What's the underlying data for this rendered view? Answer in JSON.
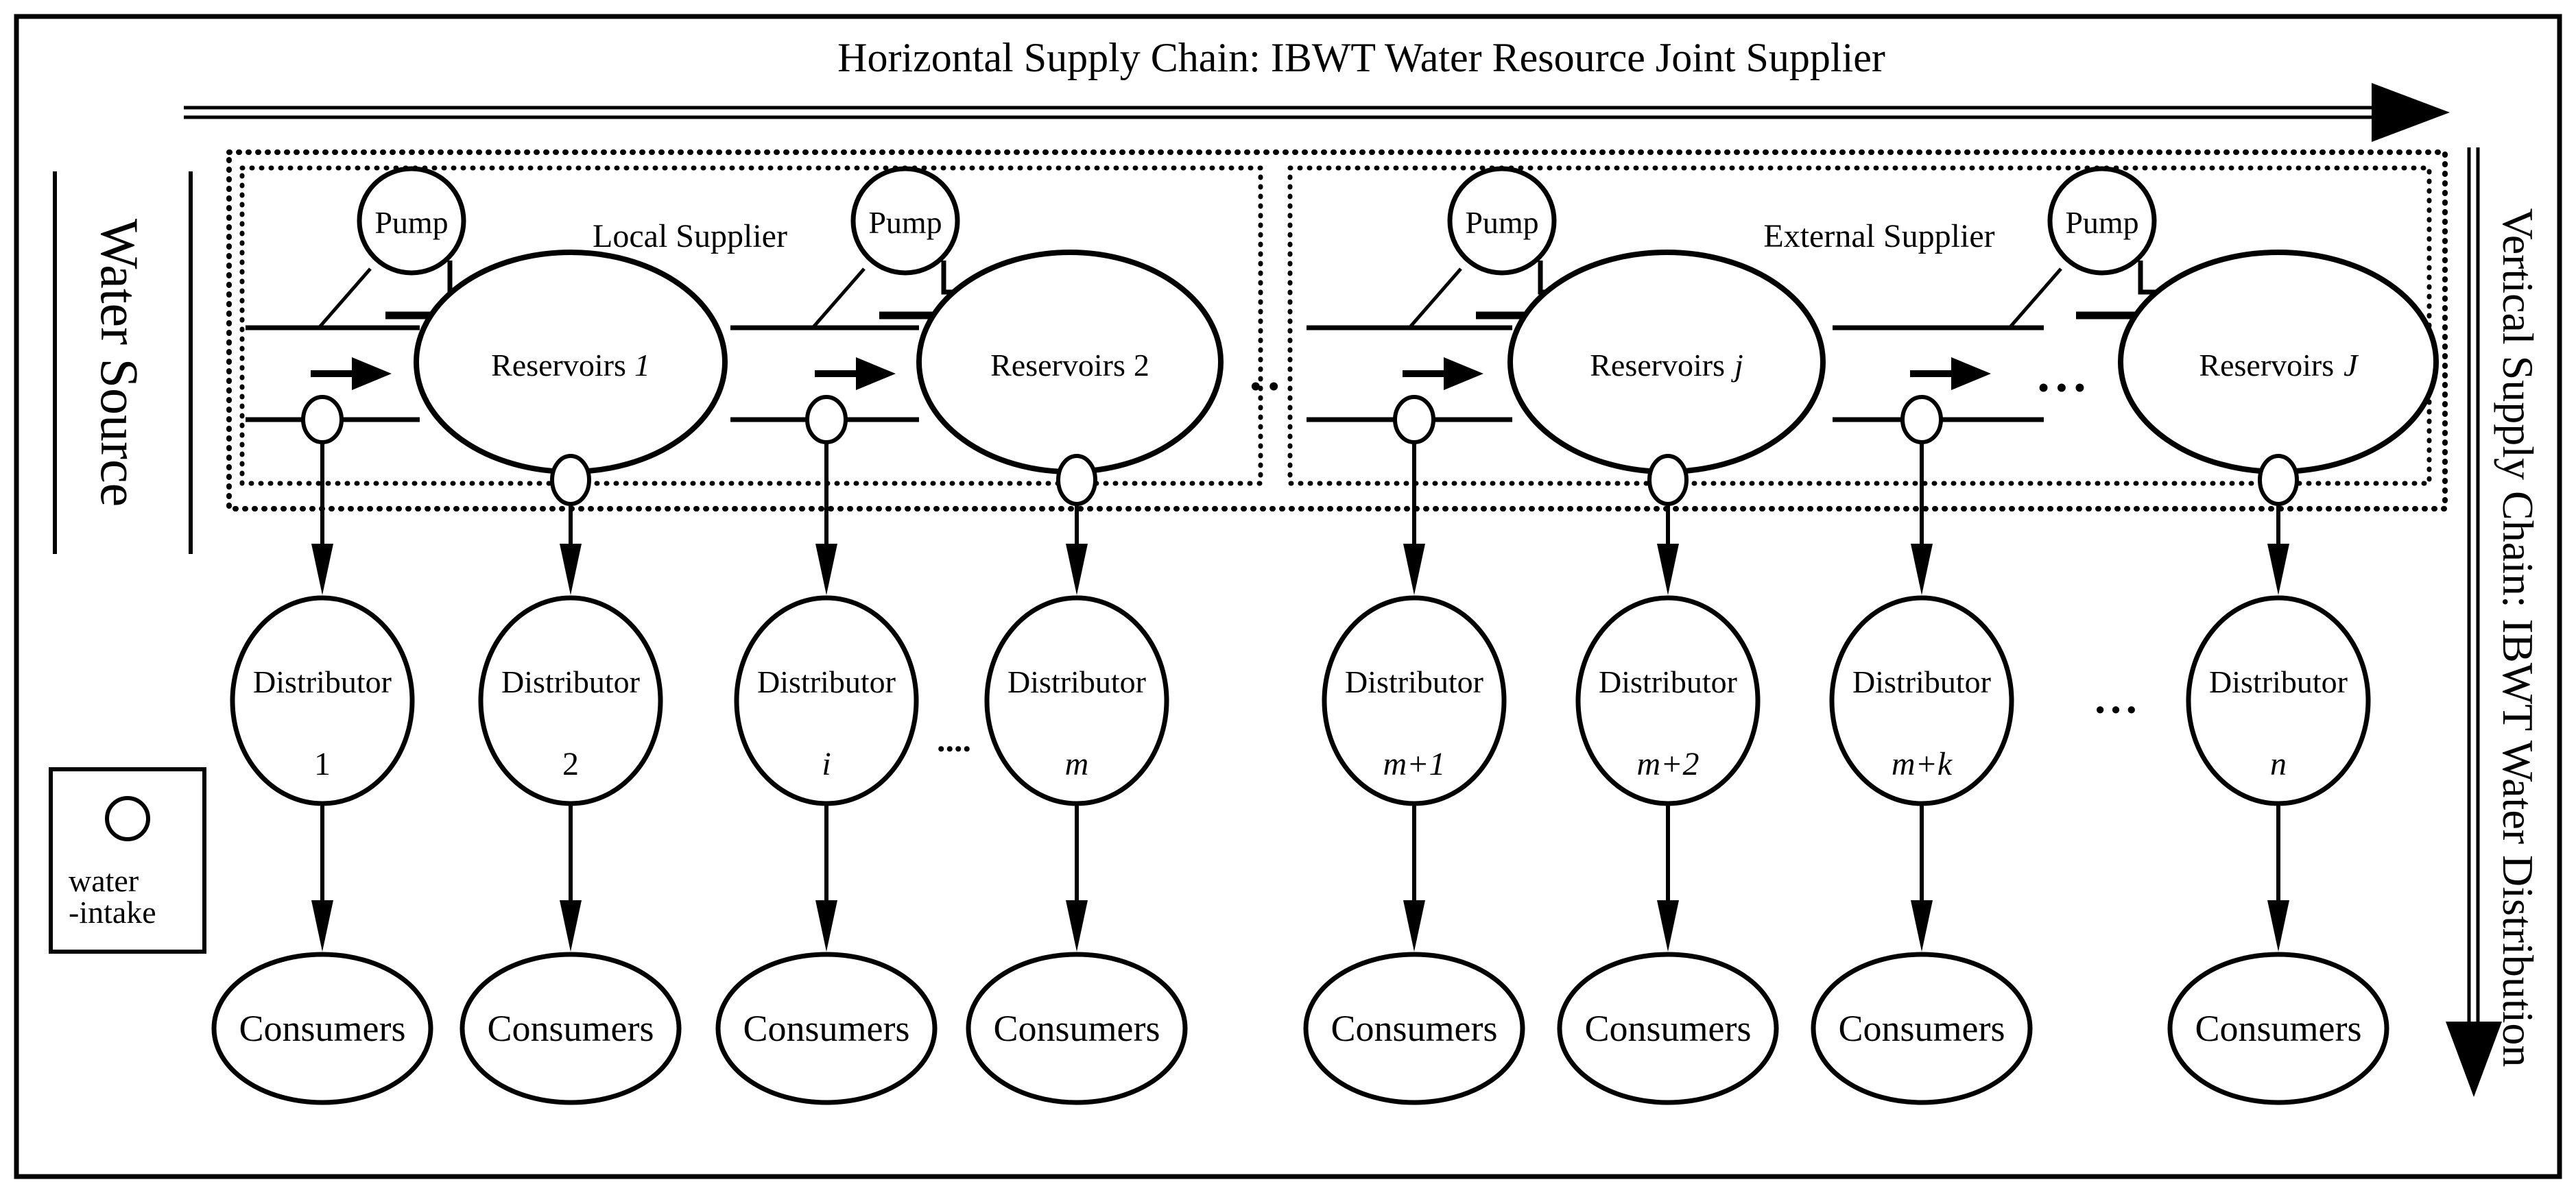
{
  "colors": {
    "ink": "#000000",
    "paper": "#ffffff"
  },
  "title": "Horizontal Supply Chain: IBWT Water Resource Joint Supplier",
  "left_axis": {
    "label": "Water Source"
  },
  "right_axis": {
    "label": "Vertical Supply Chain: IBWT Water Distribution"
  },
  "supplier_groups": [
    {
      "label": "Local Supplier"
    },
    {
      "label": "External Supplier"
    }
  ],
  "pumps": [
    {
      "label": "Pump"
    },
    {
      "label": "Pump"
    },
    {
      "label": "Pump"
    },
    {
      "label": "Pump"
    }
  ],
  "reservoirs": [
    {
      "label": "Reservoirs",
      "index": "1"
    },
    {
      "label": "Reservoirs",
      "index": "2"
    },
    {
      "label": "Reservoirs",
      "index": "j"
    },
    {
      "label": "Reservoirs",
      "index": "J"
    }
  ],
  "distributors": [
    {
      "label": "Distributor",
      "index": "1"
    },
    {
      "label": "Distributor",
      "index": "2"
    },
    {
      "label": "Distributor",
      "index": "i"
    },
    {
      "label": "Distributor",
      "index": "m"
    },
    {
      "label": "Distributor",
      "index": "m+1"
    },
    {
      "label": "Distributor",
      "index": "m+2"
    },
    {
      "label": "Distributor",
      "index": "m+k"
    },
    {
      "label": "Distributor",
      "index": "n"
    }
  ],
  "consumers": [
    {
      "label": "Consumers"
    },
    {
      "label": "Consumers"
    },
    {
      "label": "Consumers"
    },
    {
      "label": "Consumers"
    },
    {
      "label": "Consumers"
    },
    {
      "label": "Consumers"
    },
    {
      "label": "Consumers"
    },
    {
      "label": "Consumers"
    }
  ],
  "legend": {
    "line1": "water",
    "line2": "-intake"
  },
  "ellipses": {
    "between_boxes": "• •",
    "before_reservoir_J": "• • •",
    "between_distributor_i_m": "••••",
    "between_distributor_mk_n": "• • •"
  }
}
